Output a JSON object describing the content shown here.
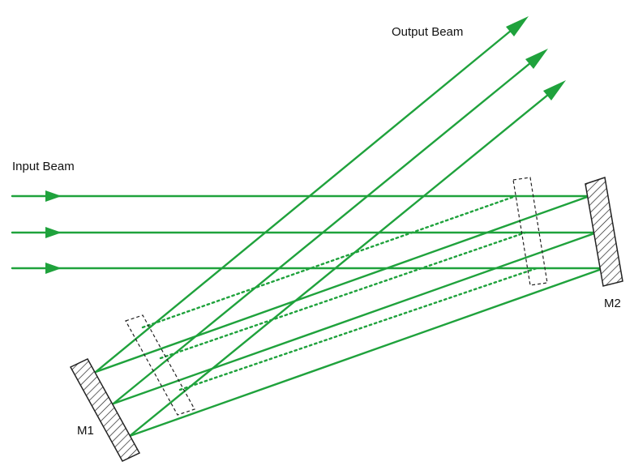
{
  "labels": {
    "input": "Input Beam",
    "output": "Output Beam",
    "m1": "M1",
    "m2": "M2"
  },
  "colors": {
    "beam": "#1fa23c",
    "outline": "#222222",
    "background": "#ffffff"
  }
}
